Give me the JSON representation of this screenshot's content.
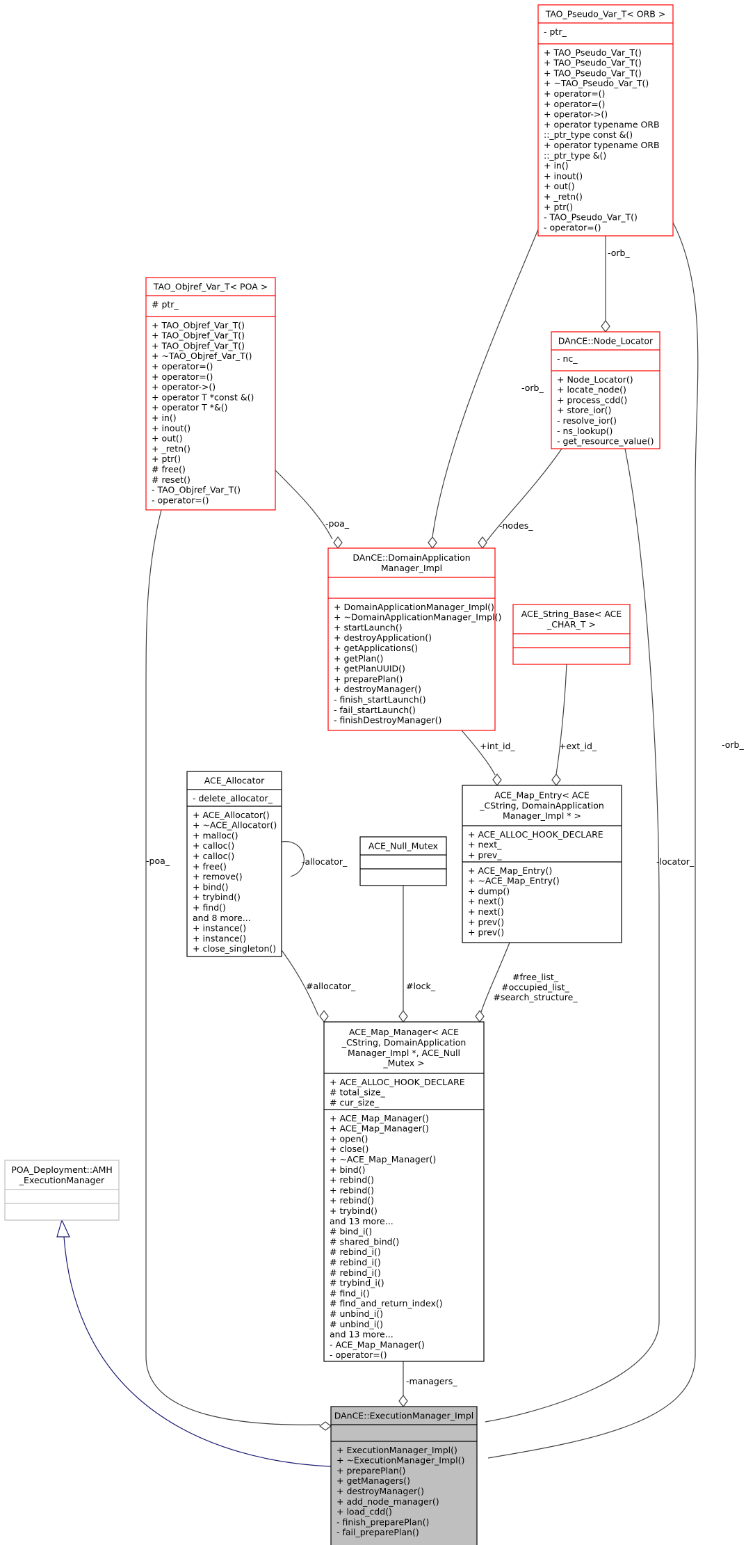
{
  "diagram": {
    "classes": [
      {
        "id": "tao_pseudo",
        "title": [
          "TAO_Pseudo_Var_T< ORB >"
        ],
        "attributes": [
          "- ptr_"
        ],
        "operations": [
          "+ TAO_Pseudo_Var_T()",
          "+ TAO_Pseudo_Var_T()",
          "+ TAO_Pseudo_Var_T()",
          "+ ~TAO_Pseudo_Var_T()",
          "+ operator=()",
          "+ operator=()",
          "+ operator->()",
          "+ operator typename ORB",
          " ::_ptr_type const &()",
          "+ operator typename ORB",
          " ::_ptr_type &()",
          "+ in()",
          "+ inout()",
          "+ out()",
          "+ _retn()",
          "+ ptr()",
          "- TAO_Pseudo_Var_T()",
          "- operator=()"
        ],
        "border": "#ff0000"
      },
      {
        "id": "tao_objref",
        "title": [
          "TAO_Objref_Var_T< POA >"
        ],
        "attributes": [
          "# ptr_"
        ],
        "operations": [
          "+ TAO_Objref_Var_T()",
          "+ TAO_Objref_Var_T()",
          "+ TAO_Objref_Var_T()",
          "+ ~TAO_Objref_Var_T()",
          "+ operator=()",
          "+ operator=()",
          "+ operator->()",
          "+ operator T *const &()",
          "+ operator T *&()",
          "+ in()",
          "+ inout()",
          "+ out()",
          "+ _retn()",
          "+ ptr()",
          "# free()",
          "# reset()",
          "- TAO_Objref_Var_T()",
          "- operator=()"
        ],
        "border": "#ff0000"
      },
      {
        "id": "node_locator",
        "title": [
          "DAnCE::Node_Locator"
        ],
        "attributes": [
          "- nc_"
        ],
        "operations": [
          "+ Node_Locator()",
          "+ locate_node()",
          "+ process_cdd()",
          "+ store_ior()",
          "- resolve_ior()",
          "- ns_lookup()",
          "- get_resource_value()"
        ],
        "border": "#ff0000"
      },
      {
        "id": "domain_app",
        "title": [
          "DAnCE::DomainApplication",
          "Manager_Impl"
        ],
        "attributes": [],
        "operations": [
          "+ DomainApplicationManager_Impl()",
          "+ ~DomainApplicationManager_Impl()",
          "+ startLaunch()",
          "+ destroyApplication()",
          "+ getApplications()",
          "+ getPlan()",
          "+ getPlanUUID()",
          "+ preparePlan()",
          "+ destroyManager()",
          "- finish_startLaunch()",
          "- fail_startLaunch()",
          "- finishDestroyManager()"
        ],
        "border": "#ff0000"
      },
      {
        "id": "string_base",
        "title": [
          "ACE_String_Base< ACE",
          "_CHAR_T >"
        ],
        "attributes": [],
        "operations": [],
        "border": "#ff0000"
      },
      {
        "id": "ace_allocator",
        "title": [
          "ACE_Allocator"
        ],
        "attributes": [
          "- delete_allocator_"
        ],
        "operations": [
          "+ ACE_Allocator()",
          "+ ~ACE_Allocator()",
          "+ malloc()",
          "+ calloc()",
          "+ calloc()",
          "+ free()",
          "+ remove()",
          "+ bind()",
          "+ trybind()",
          "+ find()",
          "and 8 more...",
          "+ instance()",
          "+ instance()",
          "+ close_singleton()"
        ],
        "border": "#000000"
      },
      {
        "id": "null_mutex",
        "title": [
          "ACE_Null_Mutex"
        ],
        "attributes": [],
        "operations": [],
        "border": "#000000"
      },
      {
        "id": "map_entry",
        "title": [
          "ACE_Map_Entry< ACE",
          "_CString, DomainApplication",
          "Manager_Impl * >"
        ],
        "attributes": [
          "+ ACE_ALLOC_HOOK_DECLARE",
          "+ next_",
          "+ prev_"
        ],
        "operations": [
          "+ ACE_Map_Entry()",
          "+ ~ACE_Map_Entry()",
          "+ dump()",
          "+ next()",
          "+ next()",
          "+ prev()",
          "+ prev()"
        ],
        "border": "#000000"
      },
      {
        "id": "map_manager",
        "title": [
          "ACE_Map_Manager< ACE",
          "_CString, DomainApplication",
          "Manager_Impl *, ACE_Null",
          "_Mutex >"
        ],
        "attributes": [
          "+ ACE_ALLOC_HOOK_DECLARE",
          "# total_size_",
          "# cur_size_"
        ],
        "operations": [
          "+ ACE_Map_Manager()",
          "+ ACE_Map_Manager()",
          "+ open()",
          "+ close()",
          "+ ~ACE_Map_Manager()",
          "+ bind()",
          "+ rebind()",
          "+ rebind()",
          "+ rebind()",
          "+ trybind()",
          "and 13 more...",
          "# bind_i()",
          "# shared_bind()",
          "# rebind_i()",
          "# rebind_i()",
          "# rebind_i()",
          "# trybind_i()",
          "# find_i()",
          "# find_and_return_index()",
          "# unbind_i()",
          "# unbind_i()",
          "and 13 more...",
          "- ACE_Map_Manager()",
          "- operator=()"
        ],
        "border": "#000000"
      },
      {
        "id": "poa_amh",
        "title": [
          "POA_Deployment::AMH",
          "_ExecutionManager"
        ],
        "attributes": [],
        "operations": [],
        "border": "#bfbfbf"
      },
      {
        "id": "exec_mgr",
        "title": [
          "DAnCE::ExecutionManager_Impl"
        ],
        "attributes": [],
        "operations": [
          "+ ExecutionManager_Impl()",
          "+ ~ExecutionManager_Impl()",
          "+ preparePlan()",
          "+ getManagers()",
          "+ destroyManager()",
          "+ add_node_manager()",
          "+ load_cdd()",
          "- finish_preparePlan()",
          "- fail_preparePlan()"
        ],
        "border": "#000000",
        "fill": "#bfbfbf"
      }
    ],
    "edge_labels": {
      "orb_node": "-orb_",
      "orb_domain": "-orb_",
      "orb_exec": "-orb_",
      "poa_domain": "-poa_",
      "poa_exec": "-poa_",
      "nodes": "-nodes_",
      "locator": "-locator_",
      "int_id": "+int_id_",
      "ext_id": "+ext_id_",
      "allocator_self": "-allocator_",
      "allocator": "#allocator_",
      "lock": "#lock_",
      "entry": [
        "#free_list_",
        "#occupied_list_",
        "#search_structure_"
      ],
      "managers": "-managers_"
    },
    "colors": {
      "red_border": "#ff0000",
      "black_border": "#000000",
      "gray_border": "#bfbfbf",
      "highlight_fill": "#bfbfbf",
      "inheritance_edge": "#191970",
      "association_edge": "#404040"
    }
  }
}
